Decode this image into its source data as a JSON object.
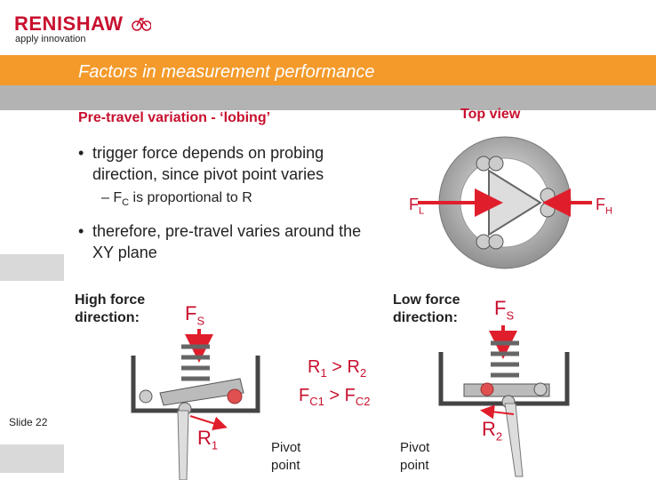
{
  "brand": {
    "name": "RENISHAW",
    "tagline": "apply innovation"
  },
  "title": "Factors in measurement performance",
  "subtitle": "Pre-travel variation - ‘lobing’",
  "top_view_label": "Top view",
  "bullets": [
    "trigger force depends on probing direction, since pivot point varies",
    "therefore, pre-travel varies around the XY plane"
  ],
  "dash_line": {
    "prefix": "– F",
    "sub": "C",
    "suffix": " is proportional to R"
  },
  "high_force": "High force direction:",
  "low_force": "Low force direction:",
  "fs": {
    "main": "F",
    "sub": "S"
  },
  "fl": {
    "main": "F",
    "sub": "L"
  },
  "fh": {
    "main": "F",
    "sub": "H"
  },
  "r1": {
    "main": "R",
    "sub": "1"
  },
  "r2": {
    "main": "R",
    "sub": "2"
  },
  "ratio1": {
    "a": "R",
    "as": "1",
    "op": " > ",
    "b": "R",
    "bs": "2"
  },
  "ratio2": {
    "a": "F",
    "as": "C1",
    "op": " > ",
    "b": "F",
    "bs": "C2"
  },
  "pivot_label": "Pivot point",
  "slide": "Slide 22",
  "colors": {
    "accent": "#f39a2b",
    "red": "#c8102e",
    "grey": "#b3b3b3"
  }
}
